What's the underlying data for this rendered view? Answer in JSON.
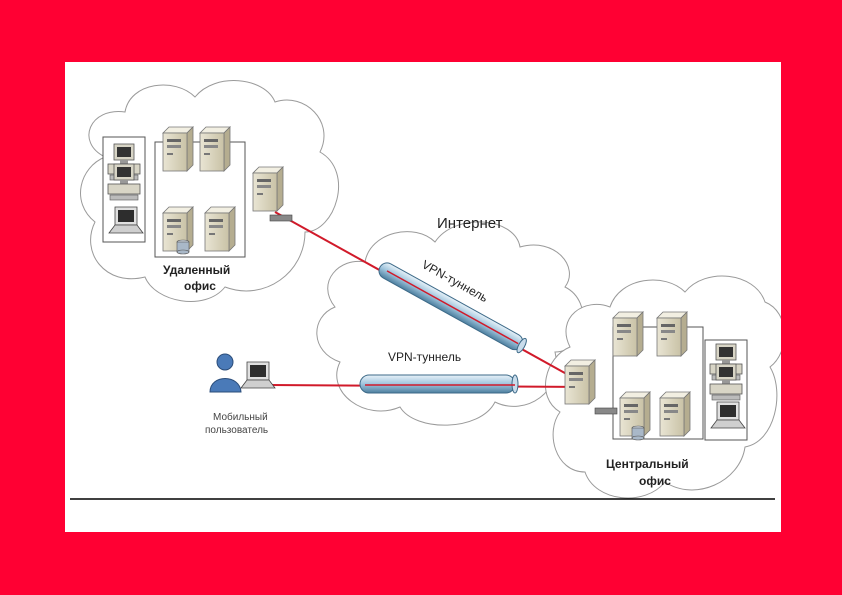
{
  "internet_label": "Интернет",
  "remote_office": {
    "line1": "Удаленный",
    "line2": "офис"
  },
  "central_office": {
    "line1": "Центральный",
    "line2": "офис"
  },
  "mobile_user": {
    "line1": "Мобильный",
    "line2": "пользователь"
  },
  "tunnels": [
    {
      "label": "VPN-туннель"
    },
    {
      "label": "VPN-туннель"
    }
  ],
  "colors": {
    "background": "#ff0033",
    "vpn_line": "#d11a2a",
    "tunnel": "#9fc4dc",
    "cloud_stroke": "#9a9a9a"
  },
  "icons": [
    "server-icon",
    "workstation-icon",
    "laptop-icon",
    "user-icon",
    "cloud-icon",
    "database-icon"
  ]
}
